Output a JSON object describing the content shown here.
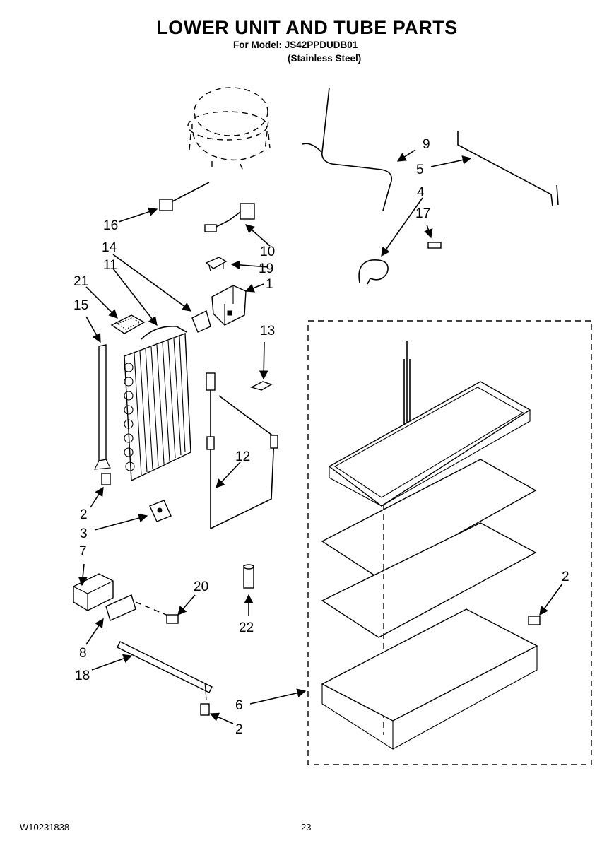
{
  "header": {
    "title": "LOWER UNIT AND TUBE PARTS",
    "model_line": "For Model: JS42PPDUDB01",
    "finish_line": "(Stainless Steel)"
  },
  "footer": {
    "document_number": "W10231838",
    "page_number": "23"
  },
  "callouts": [
    {
      "id": "c1",
      "label": "1"
    },
    {
      "id": "c2a",
      "label": "2"
    },
    {
      "id": "c2b",
      "label": "2"
    },
    {
      "id": "c2c",
      "label": "2"
    },
    {
      "id": "c3",
      "label": "3"
    },
    {
      "id": "c4",
      "label": "4"
    },
    {
      "id": "c5",
      "label": "5"
    },
    {
      "id": "c6",
      "label": "6"
    },
    {
      "id": "c7",
      "label": "7"
    },
    {
      "id": "c8",
      "label": "8"
    },
    {
      "id": "c9",
      "label": "9"
    },
    {
      "id": "c10",
      "label": "10"
    },
    {
      "id": "c11",
      "label": "11"
    },
    {
      "id": "c12",
      "label": "12"
    },
    {
      "id": "c13",
      "label": "13"
    },
    {
      "id": "c14",
      "label": "14"
    },
    {
      "id": "c15",
      "label": "15"
    },
    {
      "id": "c16",
      "label": "16"
    },
    {
      "id": "c17",
      "label": "17"
    },
    {
      "id": "c18",
      "label": "18"
    },
    {
      "id": "c19",
      "label": "19"
    },
    {
      "id": "c20",
      "label": "20"
    },
    {
      "id": "c21",
      "label": "21"
    },
    {
      "id": "c22",
      "label": "22"
    }
  ]
}
